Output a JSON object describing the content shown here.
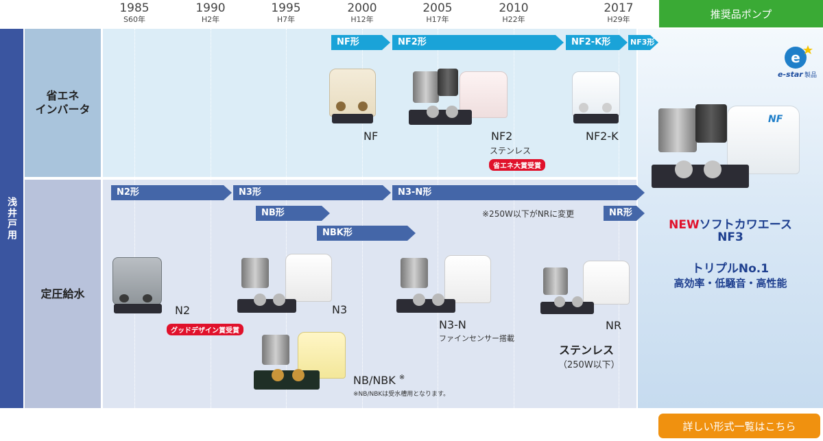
{
  "timeline": {
    "years": [
      {
        "year": "1985",
        "era": "S60年"
      },
      {
        "year": "1990",
        "era": "H2年"
      },
      {
        "year": "1995",
        "era": "H7年"
      },
      {
        "year": "2000",
        "era": "H12年"
      },
      {
        "year": "2005",
        "era": "H17年"
      },
      {
        "year": "2010",
        "era": "H22年"
      },
      {
        "year": "2017",
        "era": "H29年"
      }
    ]
  },
  "recommended": {
    "header": "推奨品ポンプ",
    "brand": "e-star",
    "brand_suffix": "製品",
    "badge_label": "NF",
    "new_label": "NEW",
    "product_name": "ソフトカワエース",
    "model": "NF3",
    "triple": "トリプルNo.1",
    "features": "高効率・低騒音・高性能"
  },
  "side_label": "浅井戸用",
  "rows": {
    "inverter": {
      "label_line1": "省エネ",
      "label_line2": "インバータ",
      "arrows": [
        "NF形",
        "NF2形",
        "NF2-K形",
        "NF3形"
      ],
      "products": {
        "nf": "NF",
        "nf2": "NF2",
        "nf2_sub": "ステンレス",
        "nf2_award": "省エネ大賞受賞",
        "nf2k": "NF2-K"
      }
    },
    "constant": {
      "label": "定圧給水",
      "arrows": [
        "N2形",
        "N3形",
        "N3-N形",
        "NB形",
        "NBK形",
        "NR形"
      ],
      "nr_note": "※250W以下がNRに変更",
      "products": {
        "n2": "N2",
        "n2_award": "グッドデザイン賞受賞",
        "n3": "N3",
        "n3n": "N3-N",
        "n3n_sub": "ファインセンサー搭載",
        "nr": "NR",
        "nr_sub": "ステンレス",
        "nr_sub2": "（250W以下）",
        "nbnbk": "NB/NBK",
        "nbnbk_mark": "※",
        "nbnbk_note": "※NB/NBKは受水槽用となります。"
      }
    }
  },
  "footer": {
    "button": "詳しい形式一覧はこちら"
  },
  "colors": {
    "green": "#3aaa35",
    "navy": "#3a55a0",
    "cyan_arrow": "#1aa3d8",
    "navy_arrow": "#4466a8",
    "red_badge": "#e0112b",
    "orange_button": "#f0910f",
    "title_blue": "#1e3f8f"
  }
}
